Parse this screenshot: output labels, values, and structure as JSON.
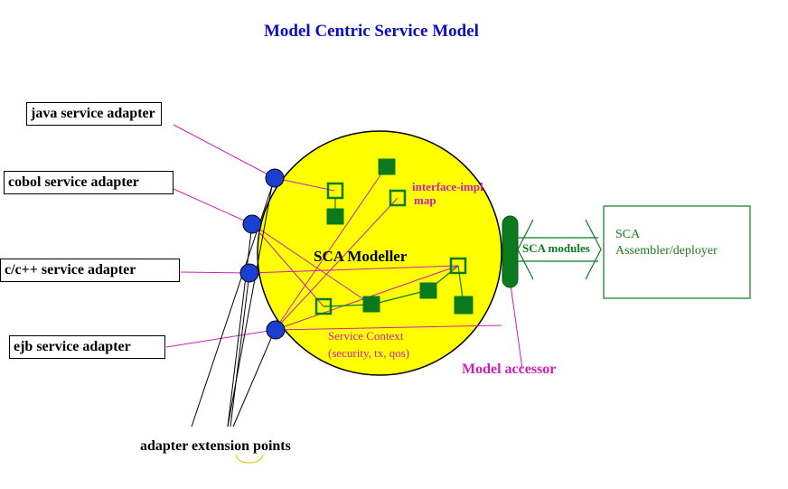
{
  "title": "Model Centric Service Model",
  "adapters": [
    "java service adapter",
    "cobol service adapter",
    "c/c++ service adapter",
    "ejb service adapter"
  ],
  "modeller_label": "SCA Modeller",
  "interface_map_label": [
    "interface-impl",
    "map"
  ],
  "service_context_label": [
    "Service Context",
    "(security, tx, qos)"
  ],
  "sca_modules_label": "SCA modules",
  "assembler_label": [
    "SCA",
    "Assembler/deployer"
  ],
  "model_accessor_label": "Model accessor",
  "extension_points_label": "adapter extension points",
  "colors": {
    "title": "#0d0dbd",
    "circle_fill": "#ffff00",
    "port_fill": "#1b3fd1",
    "node_green": "#0b7a1e",
    "line_magenta": "#cc1fb8",
    "assembler_text": "#1f7a1f"
  }
}
